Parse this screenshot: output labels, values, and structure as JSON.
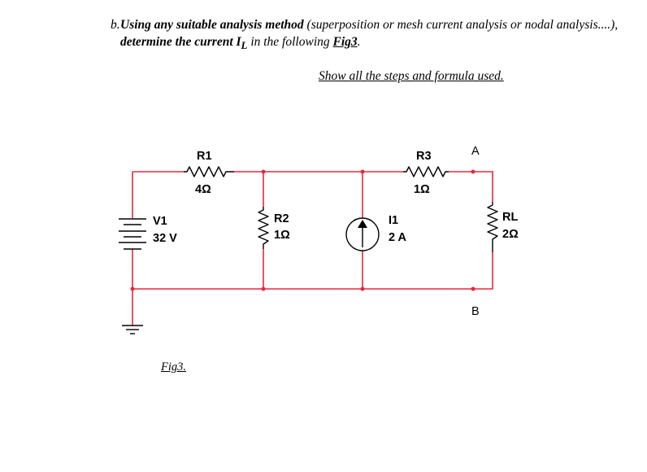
{
  "question": {
    "label": "b.",
    "part1": "Using any suitable analysis method",
    "part2": " (superposition or mesh current analysis or nodal analysis....), ",
    "part3": "determine the current I",
    "subscript": "L",
    "part4": " in the following ",
    "fig_ref": "Fig3",
    "end": "."
  },
  "instruction": "Show all the steps and formula used.",
  "circuit": {
    "wire_color": "#e8283c",
    "component_color": "#000000",
    "components": {
      "v1": {
        "name": "V1",
        "value": "32 V"
      },
      "r1": {
        "name": "R1",
        "value": "4Ω"
      },
      "r2": {
        "name": "R2",
        "value": "1Ω"
      },
      "r3": {
        "name": "R3",
        "value": "1Ω"
      },
      "i1": {
        "name": "I1",
        "value": "2 A"
      },
      "rl": {
        "name": "RL",
        "value": "2Ω"
      }
    },
    "nodes": {
      "a": "A",
      "b": "B"
    }
  },
  "figure_label": "Fig3."
}
